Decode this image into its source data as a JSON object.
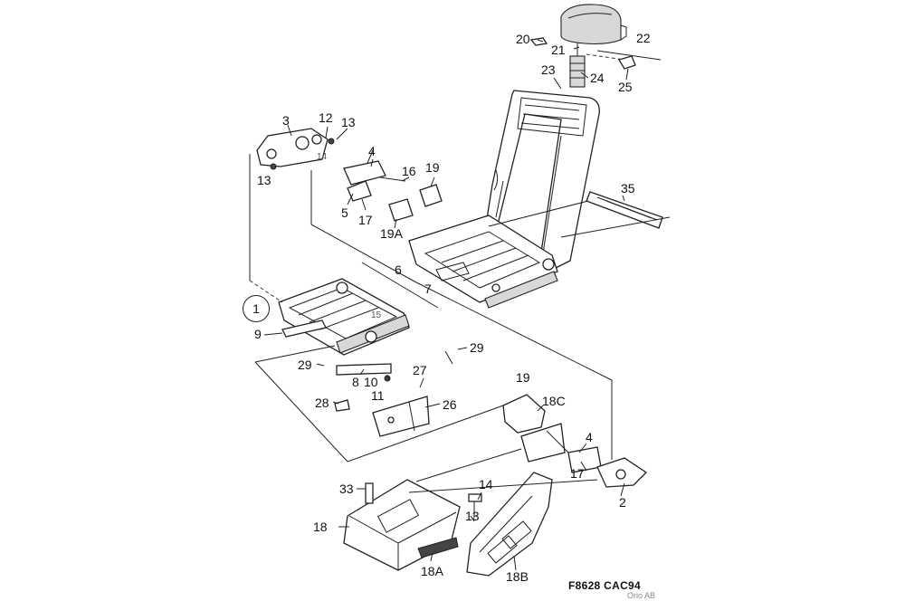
{
  "callouts": [
    {
      "id": "c20",
      "text": "20"
    },
    {
      "id": "c21",
      "text": "21"
    },
    {
      "id": "c22",
      "text": "22"
    },
    {
      "id": "c23",
      "text": "23"
    },
    {
      "id": "c24",
      "text": "24"
    },
    {
      "id": "c25",
      "text": "25"
    },
    {
      "id": "c3",
      "text": "3"
    },
    {
      "id": "c12",
      "text": "12"
    },
    {
      "id": "c13a",
      "text": "13"
    },
    {
      "id": "c13b",
      "text": "13"
    },
    {
      "id": "c14a",
      "text": "14"
    },
    {
      "id": "c4a",
      "text": "4"
    },
    {
      "id": "c16",
      "text": "16"
    },
    {
      "id": "c19a",
      "text": "19"
    },
    {
      "id": "c5",
      "text": "5"
    },
    {
      "id": "c17a",
      "text": "17"
    },
    {
      "id": "c19A",
      "text": "19A"
    },
    {
      "id": "c35",
      "text": "35"
    },
    {
      "id": "c6",
      "text": "6"
    },
    {
      "id": "c7",
      "text": "7"
    },
    {
      "id": "c15",
      "text": "15"
    },
    {
      "id": "c9",
      "text": "9"
    },
    {
      "id": "c29a",
      "text": "29"
    },
    {
      "id": "c29b",
      "text": "29"
    },
    {
      "id": "c8",
      "text": "8"
    },
    {
      "id": "c10",
      "text": "10"
    },
    {
      "id": "c11",
      "text": "11"
    },
    {
      "id": "c27",
      "text": "27"
    },
    {
      "id": "c28",
      "text": "28"
    },
    {
      "id": "c26",
      "text": "26"
    },
    {
      "id": "c19b",
      "text": "19"
    },
    {
      "id": "c18C",
      "text": "18C"
    },
    {
      "id": "c4b",
      "text": "4"
    },
    {
      "id": "c17b",
      "text": "17"
    },
    {
      "id": "c2",
      "text": "2"
    },
    {
      "id": "c14b",
      "text": "14"
    },
    {
      "id": "c33",
      "text": "33"
    },
    {
      "id": "c13c",
      "text": "13"
    },
    {
      "id": "c18",
      "text": "18"
    },
    {
      "id": "c18A",
      "text": "18A"
    },
    {
      "id": "c18B",
      "text": "18B"
    }
  ],
  "assembly_marker": "1",
  "drawing_code": "F8628  CAC94",
  "company": "Orio AB"
}
